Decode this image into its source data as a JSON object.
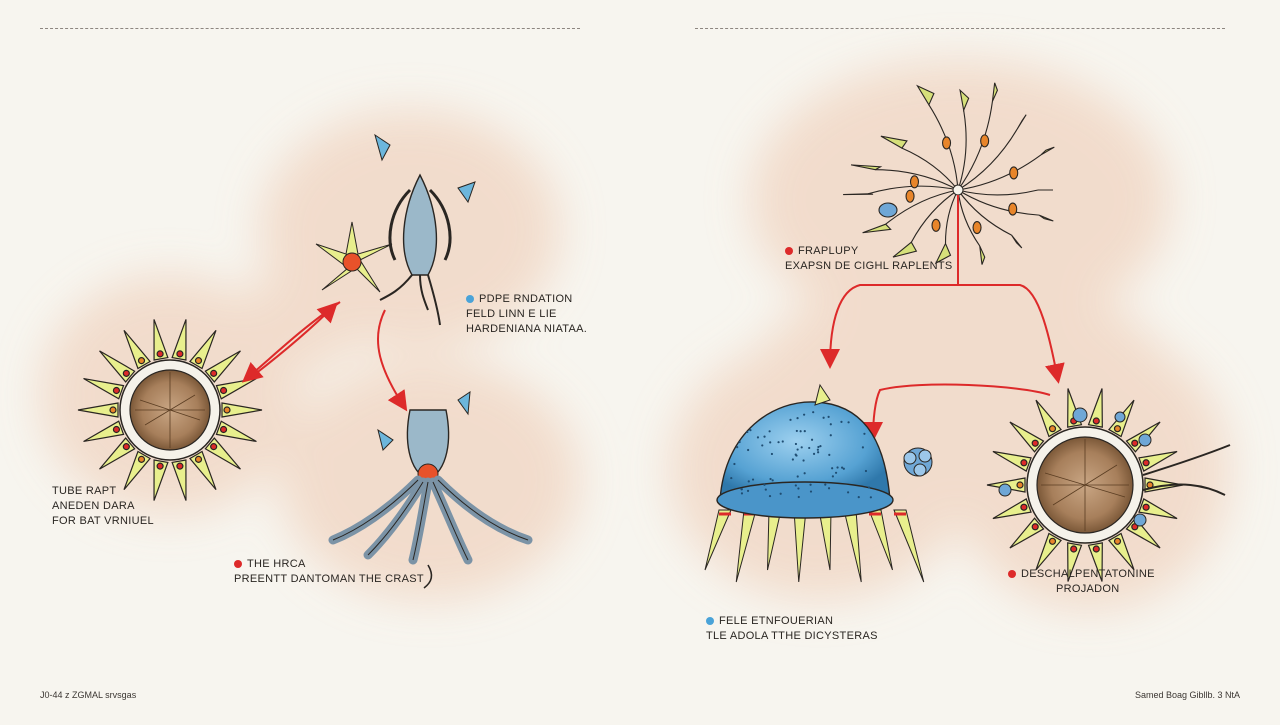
{
  "colors": {
    "accent_red": "#dd2a2a",
    "accent_blue": "#4aa3d8",
    "blob": "#f1d8c6",
    "ink": "#2a2622",
    "cell_wood": "#b08966",
    "blue_cell": "#5aa7d6"
  },
  "labels": {
    "l1": {
      "marker": "blue",
      "lines": [
        "PDPE RNDATION",
        "FELD LINN E LIE",
        "HARDENIANA NIATAA."
      ]
    },
    "l2": {
      "lines": [
        "TUBE RAPT",
        "ANEDEN DARA",
        "FOR BAT VRNIUEL"
      ]
    },
    "l3": {
      "marker": "red",
      "lines": [
        "THE HRCA",
        "PREENTT DANTOMAN THE CRAST"
      ]
    },
    "r1": {
      "marker": "red",
      "lines": [
        "FRAPLUPY",
        "EXAPSN DE CIGHL RAPLENTS"
      ]
    },
    "r2": {
      "marker": "red",
      "lines": [
        "DESCHALPENTATONINE",
        "PROJADON"
      ]
    },
    "r3": {
      "marker": "blue",
      "lines": [
        "FELE ETNFOUERIAN",
        "TLE ADOLA TTHE DICYSTERAS"
      ]
    }
  },
  "footer": {
    "left": "J0-44 z ZGMAL srvsgas",
    "right": "Samed Boag Gibllb. 3 NtA"
  },
  "icons": [
    "star-cell-icon",
    "plant-cell-icon",
    "neuron-icon",
    "jellyfish-cell-icon",
    "blue-dome-icon",
    "flower-icon"
  ]
}
